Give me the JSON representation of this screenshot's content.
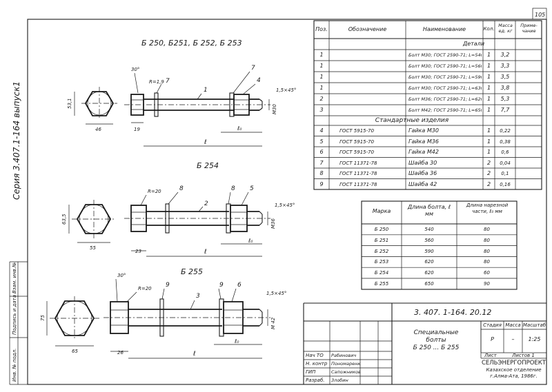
{
  "sheet": {
    "page_number": "105",
    "series_vertical": "Серия 3.407.1-164 выпуск1",
    "left_strip": [
      "Инв. № подл.",
      "Подпись и дата",
      "Взам. инв.№"
    ]
  },
  "drawings": {
    "group1": {
      "title": "Б 250,   Б251,   Б 252,   Б 253",
      "labels": {
        "angle": "30°",
        "radius": "R=1,9",
        "pos7a": "7",
        "pos1": "1",
        "pos7b": "7",
        "pos4": "4",
        "chamfer": "1,5×45°",
        "dim_vert_hex": "53,1",
        "dim_hex_width": "46",
        "dim_head": "19",
        "dim_l0": "ℓ₀",
        "dim_l": "ℓ",
        "thread": "M30"
      }
    },
    "group2": {
      "title": "Б 254",
      "labels": {
        "radius": "R=20",
        "pos8a": "8",
        "pos2": "2",
        "pos8b": "8",
        "pos5": "5",
        "chamfer": "1,5×45°",
        "dim_vert_hex": "63,5",
        "dim_hex_width": "55",
        "dim_head": "23",
        "dim_l0": "ℓ₀",
        "dim_l": "ℓ",
        "thread": "M36"
      }
    },
    "group3": {
      "title": "Б 255",
      "labels": {
        "angle": "30°",
        "radius": "R=20",
        "pos9a": "9",
        "pos3": "3",
        "pos9b": "9",
        "pos6": "6",
        "chamfer": "1,5×45°",
        "dim_vert_hex": "75",
        "dim_hex_width": "65",
        "dim_head": "26",
        "dim_l0": "ℓ₀",
        "dim_l": "ℓ",
        "thread": "M 42"
      }
    }
  },
  "spec_table": {
    "headers": [
      "Поз.",
      "Обозначение",
      "Наименование",
      "Кол.",
      "Масса ед. кг",
      "Приме-чание"
    ],
    "section_details": "Детали",
    "details": [
      {
        "pos": "1",
        "designation": "",
        "name": "Болт М30; ГОСТ 2590-71; L=540",
        "qty": "1",
        "mass": "3,2",
        "note": ""
      },
      {
        "pos": "1",
        "designation": "",
        "name": "Болт М30; ГОСТ 2590-71; L=560",
        "qty": "1",
        "mass": "3,3",
        "note": ""
      },
      {
        "pos": "1",
        "designation": "",
        "name": "Болт М30; ГОСТ 2590-71; L=590",
        "qty": "1",
        "mass": "3,5",
        "note": ""
      },
      {
        "pos": "1",
        "designation": "",
        "name": "Болт М30; ГОСТ 2590-71; L=630",
        "qty": "1",
        "mass": "3,8",
        "note": ""
      },
      {
        "pos": "2",
        "designation": "",
        "name": "Болт М36; ГОСТ 2590-71; L=620",
        "qty": "1",
        "mass": "5,3",
        "note": ""
      },
      {
        "pos": "3",
        "designation": "",
        "name": "Болт М42; ГОСТ 2590-71; L=650",
        "qty": "1",
        "mass": "7,7",
        "note": ""
      }
    ],
    "section_standard": "Стандартные   изделия",
    "standard": [
      {
        "pos": "4",
        "designation": "ГОСТ  5915-70",
        "name": "Гайка  М30",
        "qty": "1",
        "mass": "0,22",
        "note": ""
      },
      {
        "pos": "5",
        "designation": "ГОСТ  5915-70",
        "name": "Гайка  М36",
        "qty": "1",
        "mass": "0,38",
        "note": ""
      },
      {
        "pos": "6",
        "designation": "ГОСТ  5915-70",
        "name": "Гайка  М42",
        "qty": "1",
        "mass": "0,6",
        "note": ""
      },
      {
        "pos": "7",
        "designation": "ГОСТ  11371-78",
        "name": "Шайба  30",
        "qty": "2",
        "mass": "0,04",
        "note": ""
      },
      {
        "pos": "8",
        "designation": "ГОСТ  11371-78",
        "name": "Шайба  36",
        "qty": "2",
        "mass": "0,1",
        "note": ""
      },
      {
        "pos": "9",
        "designation": "ГОСТ  11371-78",
        "name": "Шайба  42",
        "qty": "2",
        "mass": "0,16",
        "note": ""
      }
    ]
  },
  "length_table": {
    "headers": [
      "Марка",
      "Длина болта, ℓ мм",
      "Длина нарезной части, ℓ₀ мм"
    ],
    "rows": [
      {
        "mark": "Б 250",
        "length": "540",
        "thread": "80"
      },
      {
        "mark": "Б 251",
        "length": "560",
        "thread": "80"
      },
      {
        "mark": "Б 252",
        "length": "590",
        "thread": "80"
      },
      {
        "mark": "Б 253",
        "length": "620",
        "thread": "80"
      },
      {
        "mark": "Б 254",
        "length": "620",
        "thread": "60"
      },
      {
        "mark": "Б 255",
        "length": "650",
        "thread": "90"
      }
    ]
  },
  "title_block": {
    "doc_number": "3. 407. 1-164. 20.12",
    "title": "Специальные\nболты\nБ 250 ...   Б 255",
    "stage_header": "Стадия",
    "mass_header": "Масса",
    "scale_header": "Масштаб",
    "stage": "Р",
    "mass": "–",
    "scale": "1:25",
    "sheet_label": "Лист",
    "sheets_label": "Листов 1",
    "org_line1": "СЕЛЬЭНЕРГОПРОЕКТ",
    "org_line2": "Казахское отделение",
    "org_line3": "г.Алма-Ата, 1986г.",
    "signatures": [
      {
        "role": "Нач ТО",
        "name": "Рабинович"
      },
      {
        "role": "Н. контр",
        "name": "Пономаренко"
      },
      {
        "role": "ГИП",
        "name": "Сапожников"
      },
      {
        "role": "Разраб.",
        "name": "Злобин"
      }
    ]
  }
}
